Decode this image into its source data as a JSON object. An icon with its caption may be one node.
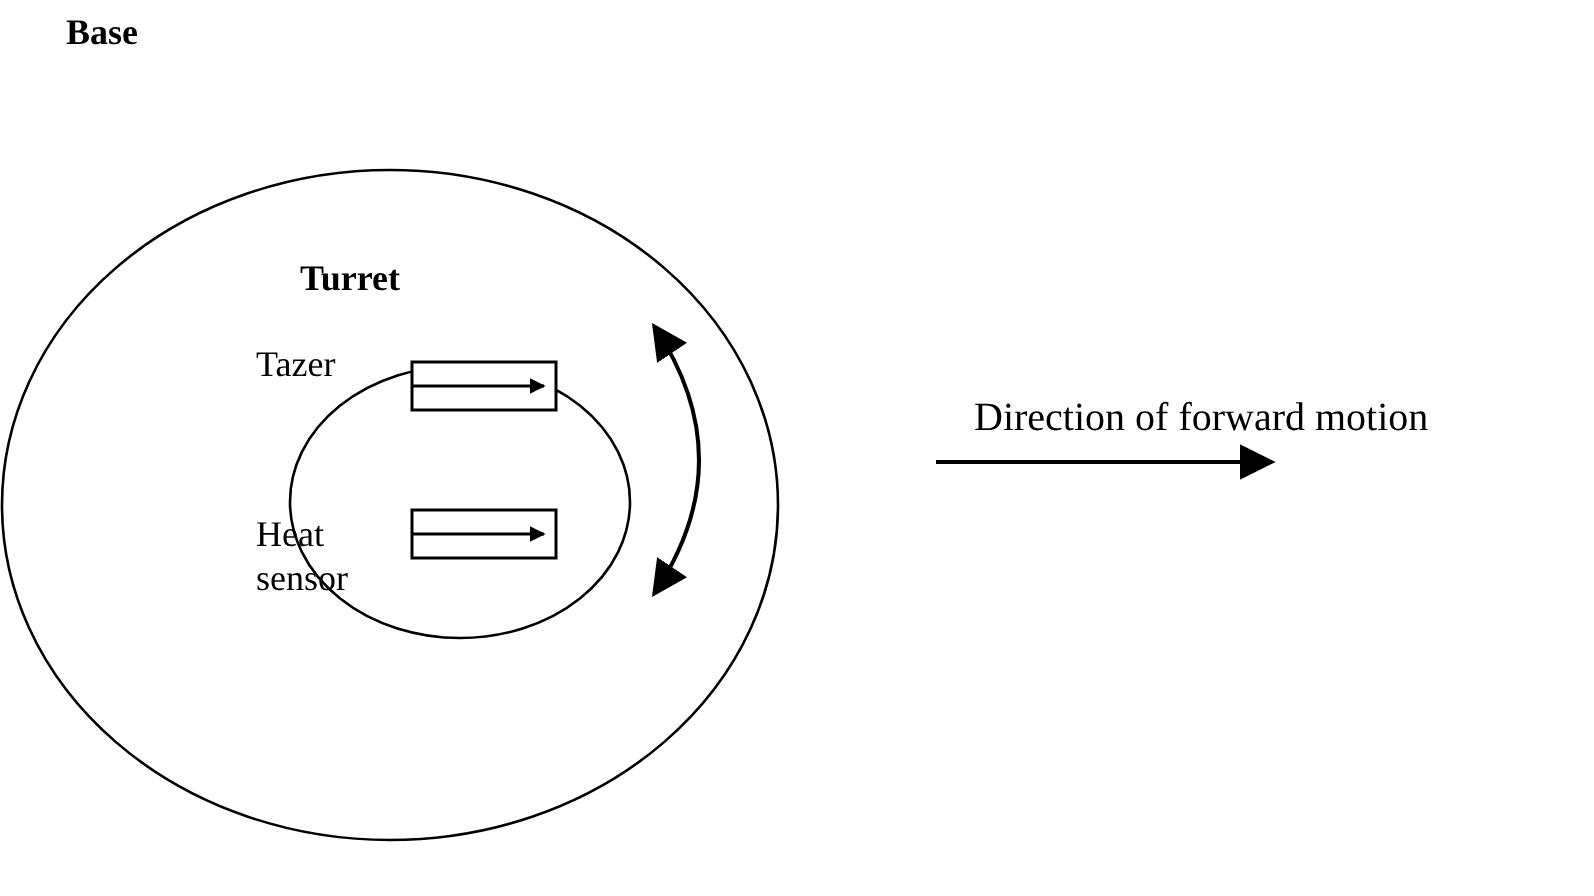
{
  "diagram": {
    "nodes": [
      {
        "text": [
          "Base"
        ]
      },
      {
        "text": [
          "Turret"
        ],
        "in": 0
      },
      {
        "text": [
          "Tazer"
        ],
        "in": 1
      },
      {
        "text": [
          "Heat sensor"
        ],
        "in": 1
      }
    ],
    "edges": [],
    "labels": [
      "Direction of forward motion"
    ]
  }
}
